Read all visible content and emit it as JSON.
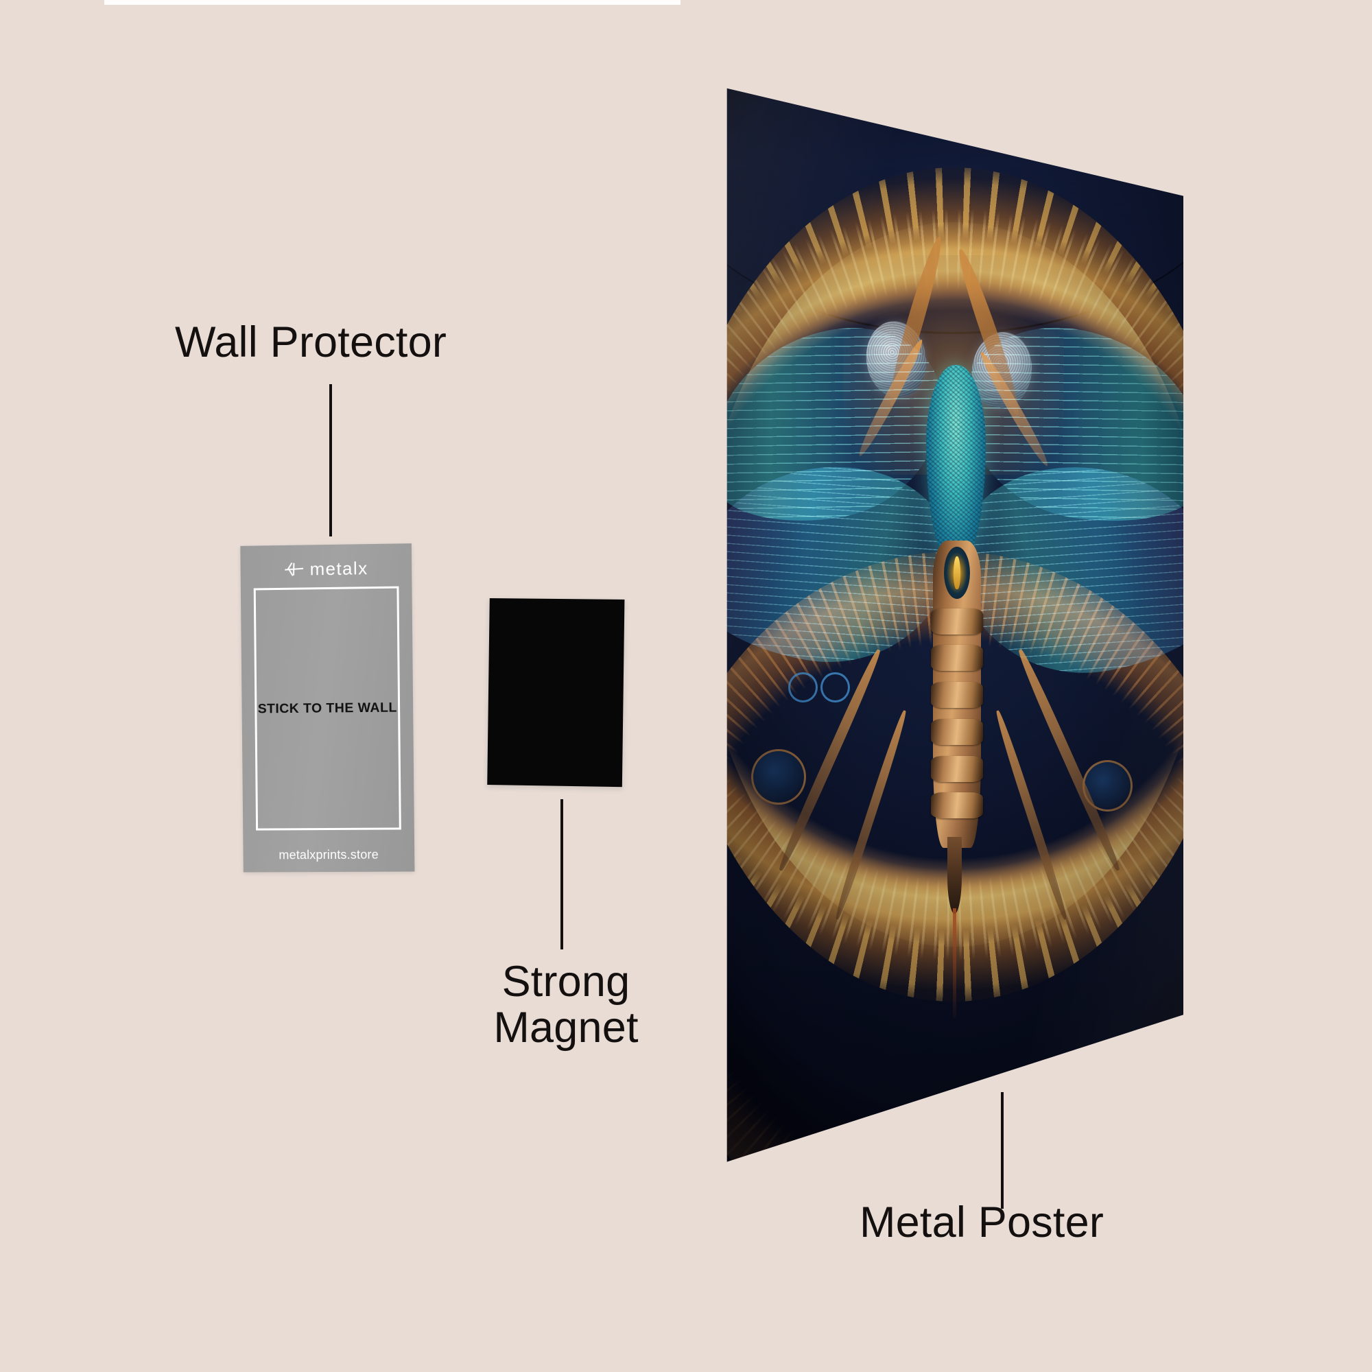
{
  "background": {
    "color": "#e8dcd5"
  },
  "callouts": [
    {
      "id": "wall-protector",
      "label": "Wall Protector",
      "line_color": "#13100f"
    },
    {
      "id": "strong-magnet",
      "label_line_1": "Strong",
      "label_line_2": "Magnet",
      "line_color": "#13100f"
    },
    {
      "id": "metal-poster",
      "label": "Metal Poster",
      "line_color": "#13100f"
    }
  ],
  "wall_protector": {
    "brand": "metalx",
    "logo_icon": "metalx-cross-icon",
    "center_text": "STICK TO THE WALL",
    "url": "metalxprints.store",
    "card_color": "#9e9e9e",
    "frame_color": "#ffffff",
    "text_color": "#111111"
  },
  "strong_magnet": {
    "color": "#070707",
    "shape": "square"
  },
  "metal_poster": {
    "subject": "steampunk dragonfly insect over golden gear",
    "background_color": "#111a33",
    "accent_gold": "#e8b45c",
    "accent_cyan": "#3fd8d0",
    "accent_copper": "#c8824a"
  }
}
